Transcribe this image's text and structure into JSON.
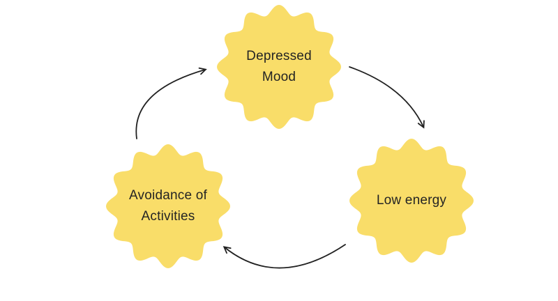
{
  "diagram": {
    "title": "",
    "type": "cycle-diagram",
    "colors": {
      "background": "#ffffff",
      "shape_fill": "#f9dd69",
      "label_text": "#242424",
      "arrow": "#212121"
    },
    "nodes": [
      {
        "id": "depressed-mood",
        "label": "Depressed Mood",
        "label_lines": [
          "Depressed",
          "Mood"
        ],
        "shape": "scalloped-circle"
      },
      {
        "id": "low-energy",
        "label": "Low energy",
        "label_lines": [
          "Low energy"
        ],
        "shape": "scalloped-circle"
      },
      {
        "id": "avoidance-of-activities",
        "label": "Avoidance of Activities",
        "label_lines": [
          "Avoidance of",
          "Activities"
        ],
        "shape": "scalloped-circle"
      }
    ],
    "edges": [
      {
        "from": "Depressed Mood",
        "to": "Low energy"
      },
      {
        "from": "Low energy",
        "to": "Avoidance of Activities"
      },
      {
        "from": "Avoidance of Activities",
        "to": "Depressed Mood"
      }
    ]
  }
}
